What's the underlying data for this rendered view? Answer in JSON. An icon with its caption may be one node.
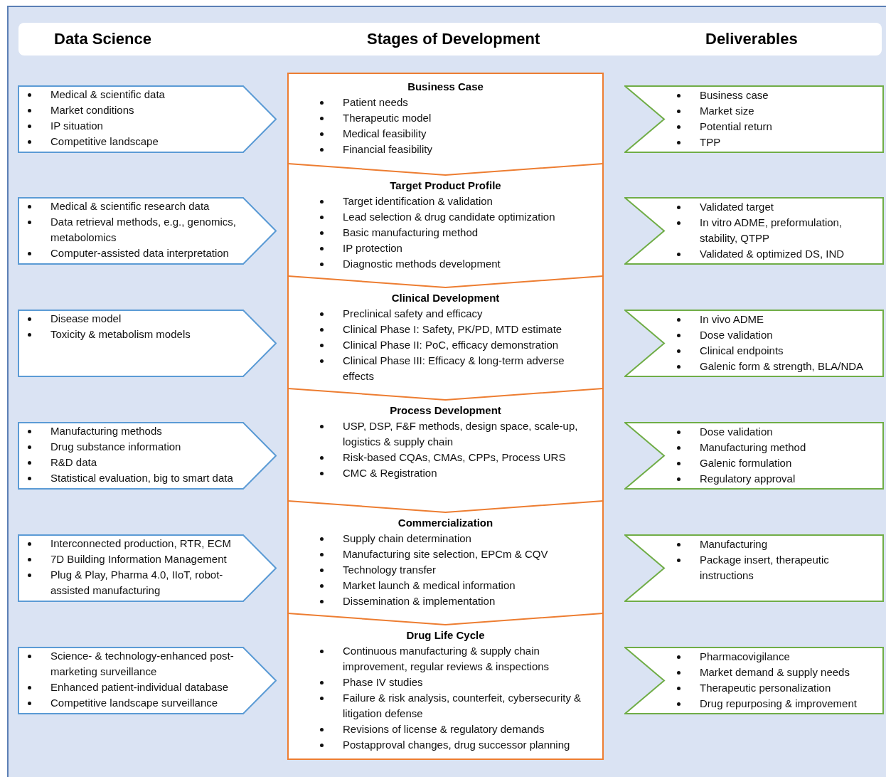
{
  "diagram": {
    "nodes": [
      {
        "text": [
          "Data Science",
          "Stages of Development",
          "Deliverables"
        ]
      },
      {
        "text": [
          "Medical & scientific data",
          "Market conditions",
          "IP situation",
          "Competitive landscape"
        ]
      },
      {
        "text": [
          "Business Case",
          "Patient needs",
          "Therapeutic model",
          "Medical feasibility",
          "Financial feasibility"
        ]
      },
      {
        "text": [
          "Business case",
          "Market size",
          "Potential return",
          "TPP"
        ]
      },
      {
        "text": [
          "Medical & scientific research data",
          "Data retrieval methods, e.g., genomics, metabolomics",
          "Computer-assisted data interpretation"
        ]
      },
      {
        "text": [
          "Target Product Profile",
          "Target identification & validation",
          "Lead selection & drug candidate optimization",
          "Basic manufacturing method",
          "IP protection",
          "Diagnostic methods development"
        ]
      },
      {
        "text": [
          "Validated target",
          "In vitro ADME, preformulation, stability, QTPP",
          "Validated & optimized DS, IND"
        ]
      },
      {
        "text": [
          "Disease model",
          "Toxicity & metabolism models"
        ]
      },
      {
        "text": [
          "Clinical Development",
          "Preclinical safety and efficacy",
          "Clinical Phase I: Safety, PK/PD, MTD estimate",
          "Clinical Phase II: PoC, efficacy demonstration",
          "Clinical Phase III: Efficacy & long-term adverse effects"
        ]
      },
      {
        "text": [
          "In vivo ADME",
          "Dose validation",
          "Clinical endpoints",
          "Galenic form & strength, BLA/NDA"
        ]
      },
      {
        "text": [
          "Manufacturing methods",
          "Drug substance information",
          "R&D data",
          "Statistical evaluation, big to smart data"
        ]
      },
      {
        "text": [
          "Process Development",
          "USP, DSP, F&F methods, design space, scale-up, logistics & supply chain",
          "Risk-based CQAs, CMAs, CPPs, Process URS",
          "CMC & Registration"
        ]
      },
      {
        "text": [
          "Dose validation",
          "Manufacturing method",
          "Galenic formulation",
          "Regulatory approval"
        ]
      },
      {
        "text": [
          "Interconnected production, RTR, ECM",
          "7D Building Information Management",
          "Plug & Play, Pharma 4.0, IIoT, robot-assisted manufacturing"
        ]
      },
      {
        "text": [
          "Commercialization",
          "Supply chain determination",
          "Manufacturing site selection, EPCm & CQV",
          "Technology transfer",
          "Market launch & medical information",
          "Dissemination & implementation"
        ]
      },
      {
        "text": [
          "Manufacturing",
          "Package insert, therapeutic instructions"
        ]
      },
      {
        "text": [
          "Science- & technology-enhanced post-marketing surveillance",
          "Enhanced patient-individual database",
          "Competitive landscape surveillance"
        ]
      },
      {
        "text": [
          "Drug Life Cycle",
          "Continuous manufacturing & supply chain improvement, regular reviews & inspections",
          "Phase IV studies",
          "Failure & risk analysis, counterfeit, cybersecurity & litigation defense",
          "Revisions of license & regulatory demands",
          "Postapproval changes, drug successor planning"
        ]
      },
      {
        "text": [
          "Pharmacovigilance",
          "Market demand & supply needs",
          "Therapeutic personalization",
          "Drug repurposing & improvement"
        ]
      }
    ],
    "edges": []
  }
}
